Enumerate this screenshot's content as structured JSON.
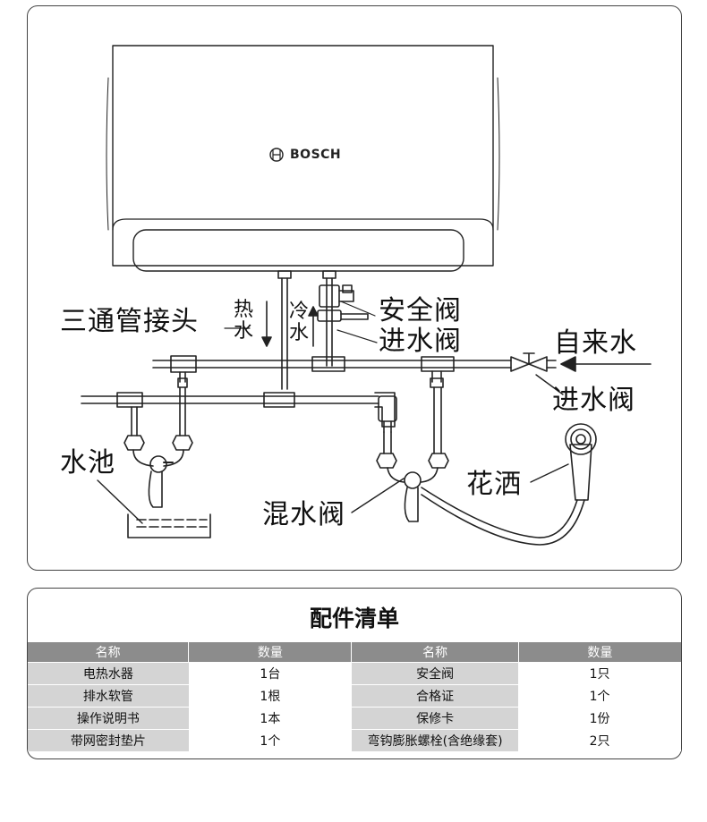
{
  "diagram": {
    "brand": "BOSCH",
    "labels": {
      "tee_fitting": "三通管接头",
      "hot_water": "热水",
      "cold_water": "冷水",
      "safety_valve": "安全阀",
      "inlet_valve_top": "进水阀",
      "tap_water": "自来水",
      "inlet_valve_right": "进水阀",
      "sink": "水池",
      "shower": "花洒",
      "mixing_valve": "混水阀"
    }
  },
  "parts_list": {
    "title": "配件清单",
    "headers": [
      "名称",
      "数量",
      "名称",
      "数量"
    ],
    "rows": [
      [
        "电热水器",
        "1台",
        "安全阀",
        "1只"
      ],
      [
        "排水软管",
        "1根",
        "合格证",
        "1个"
      ],
      [
        "操作说明书",
        "1本",
        "保修卡",
        "1份"
      ],
      [
        "带网密封垫片",
        "1个",
        "弯钩膨胀螺栓(含绝缘套)",
        "2只"
      ]
    ]
  },
  "colors": {
    "line": "#222222",
    "header_bg": "#8c8c8c",
    "shaded_cell": "#d4d4d4"
  }
}
